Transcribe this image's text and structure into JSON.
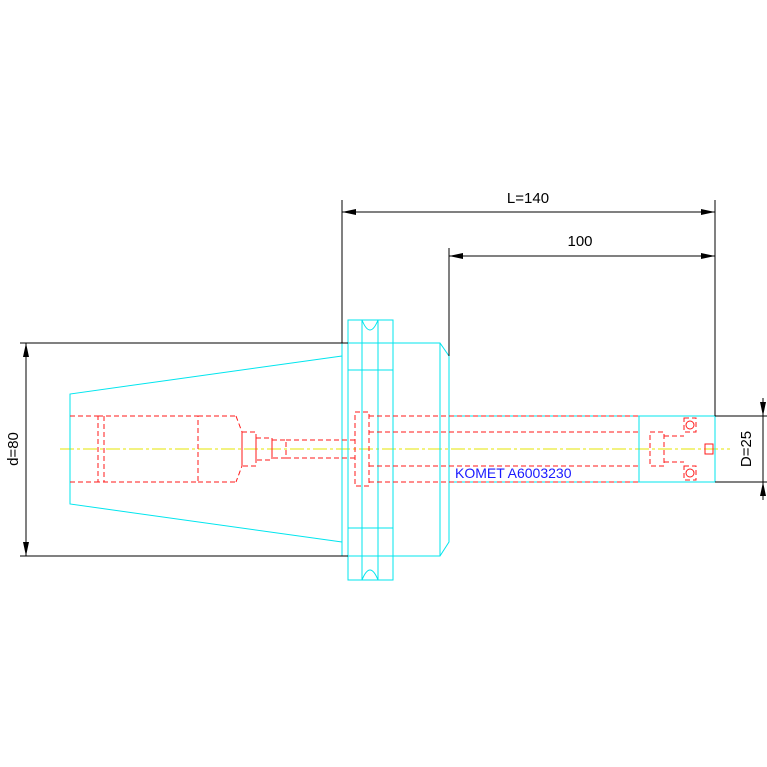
{
  "drawing": {
    "dimensions": {
      "overall_length": "L=140",
      "shank_length": "100",
      "flange_diameter": "d=80",
      "tool_diameter": "D=25"
    },
    "part_label": "KOMET A6003230",
    "colors": {
      "background": "#ffffff",
      "outline": "#00e5ee",
      "hidden": "#ff1a1a",
      "centerline": "#e6e600",
      "dimension": "#000000",
      "label": "#1a1aff"
    }
  }
}
